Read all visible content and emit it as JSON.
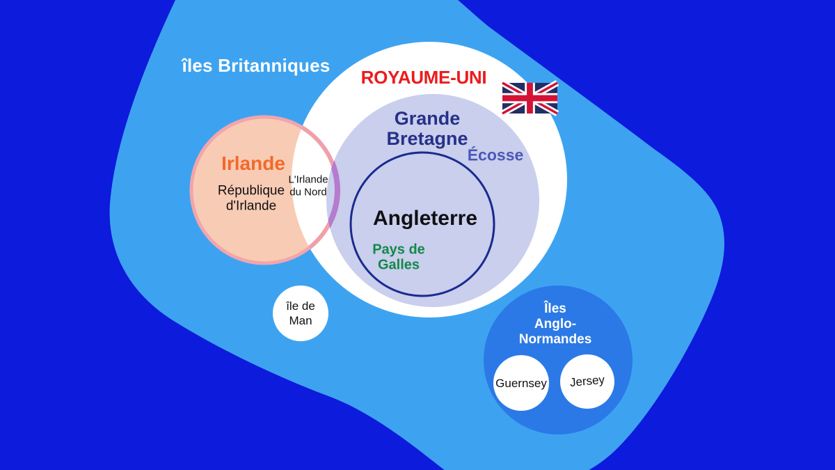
{
  "labels": {
    "british_isles": "îles Britanniques",
    "united_kingdom": "ROYAUME-UNI",
    "great_britain": [
      "Grande",
      "Bretagne"
    ],
    "scotland": "Écosse",
    "england": "Angleterre",
    "wales": [
      "Pays de",
      "Galles"
    ],
    "ireland": "Irlande",
    "republic_of_ireland": [
      "République",
      "d'Irlande"
    ],
    "northern_ireland": [
      "L'Irlande",
      "du Nord"
    ],
    "isle_of_man": [
      "île de",
      "Man"
    ],
    "channel_islands": [
      "Îles",
      "Anglo-",
      "Normandes"
    ],
    "guernsey": "Guernsey",
    "jersey": "Jersey"
  },
  "colors": {
    "background": "#0d1bdc",
    "band_blue": "#3da3f1",
    "uk_circle_fill": "#ffffff",
    "great_britain_fill": "#c9cfec",
    "ireland_fill": "#f8cbb4",
    "ireland_stroke": "#f2a5ac",
    "northern_ireland_arc": "#b57bce",
    "england_circle_stroke": "#1b2a8f",
    "channel_islands_fill": "#2b79e6",
    "small_island_fill": "#ffffff",
    "uk_text": "#ec1b1c",
    "great_britain_text": "#273088",
    "scotland_text": "#4b57ba",
    "england_text": "#101014",
    "wales_text": "#13874b",
    "ireland_text": "#f2692a",
    "black_text": "#101014",
    "white_text": "#ffffff",
    "flag_blue": "#232e63",
    "flag_red": "#d41235",
    "flag_white": "#ffffff"
  },
  "icons": {
    "uk_flag": "union-jack-flag"
  }
}
